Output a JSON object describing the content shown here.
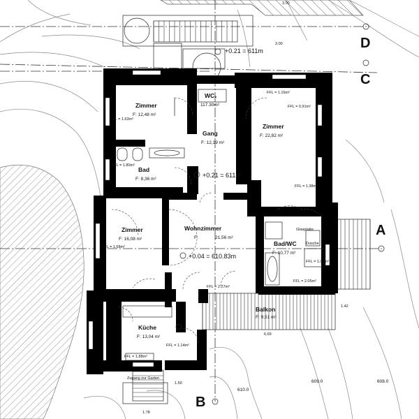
{
  "rooms": {
    "zimmer_nw": {
      "name": "Zimmer",
      "area": "F: 12,48 m²",
      "ffl": "FFL = 1.63m²"
    },
    "wc": {
      "name": "WC₁",
      "area": "117.30m²"
    },
    "gang": {
      "name": "Gang",
      "area": "F: 12,19 m²"
    },
    "zimmer_ne": {
      "name": "Zimmer",
      "area": "F: 22,82 m²",
      "ffl_a": "FFL = 1.16m²",
      "ffl_b": "FFL = 0.91m²",
      "ffl_c": "FFL = 1.38m²"
    },
    "bad": {
      "name": "Bad",
      "area": "F: 8,36 m²",
      "ffl": "FFL = 1.80m²"
    },
    "zimmer_w": {
      "name": "Zimmer",
      "area": "F: 16,08 m²",
      "ffl": "FFL = 1.68m²"
    },
    "wohnzimmer": {
      "name": "Wohnzimmer",
      "area_prefix": "F:",
      "area": "21,56 m²",
      "ffl": "FFL = 2.27m²"
    },
    "bad_wc": {
      "name": "Bad/WC",
      "area": "F: 10,77 m²",
      "ffl_a": "FFL = 1.08m²",
      "ffl_b": "FFL = 2.05m²",
      "glasplatte": "Glasplatte",
      "dusche": "Dusche"
    },
    "balkon": {
      "name": "Balkon",
      "area": "F: 9,51 m²"
    },
    "kueche": {
      "name": "Küche",
      "area": "F: 13,04 m²",
      "ffl_a": "FFL = 1.14m²",
      "ffl_b": "FFL = 1.88m²"
    }
  },
  "levels": {
    "top": "+0.21 = 611m",
    "gang": "+0.21 = 611m",
    "main": "+0.04 = 610.83m"
  },
  "axes": {
    "a": "A",
    "b": "B",
    "c": "C",
    "d": "D"
  },
  "labels": {
    "zugang": "Zugang zur Garten",
    "dim_669": "6,69",
    "dim_178": "1.78",
    "dim_150": "1.50",
    "dim_300": "3.00",
    "dim_top": "3.00",
    "dim_142": "1.42",
    "contour_610": "610.0",
    "contour_6090": "609.0",
    "contour_6080": "608.0"
  }
}
